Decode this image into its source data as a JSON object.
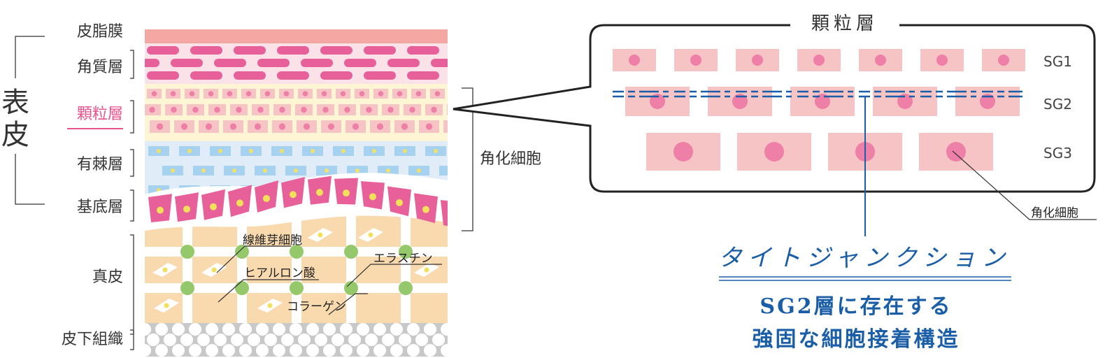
{
  "layers": {
    "sebum": "皮脂膜",
    "corneum": "角質層",
    "granular": "顆粒層",
    "spinous": "有棘層",
    "basal": "基底層",
    "dermis": "真皮",
    "subcutis": "皮下組織"
  },
  "epidermis": "表皮",
  "epidermis_top": "表",
  "epidermis_bottom": "皮",
  "keratinocyte": "角化細胞",
  "dermis_items": {
    "fibroblast": "線維芽細胞",
    "hyaluronic": "ヒアルロン酸",
    "elastin": "エラスチン",
    "collagen": "コラーゲン"
  },
  "zoom": {
    "title": "顆粒層",
    "sg1": "SG1",
    "sg2": "SG2",
    "sg3": "SG3",
    "cell_label": "角化細胞"
  },
  "tight_junction": "タイトジャンクション",
  "description": {
    "line1": "SG2層に存在する",
    "line2": "強固な細胞接着構造"
  },
  "colors": {
    "pink_accent": "#e8538f",
    "blue_accent": "#1b5ea8",
    "sebum": "#f4a7a3",
    "corneum_bg": "#fbe1e8",
    "granular_bg": "#fdf5d4",
    "spinous_bg": "#e1ecf9",
    "dermis_bg": "#f9d9ae",
    "subcutis": "#c8c8c8"
  }
}
